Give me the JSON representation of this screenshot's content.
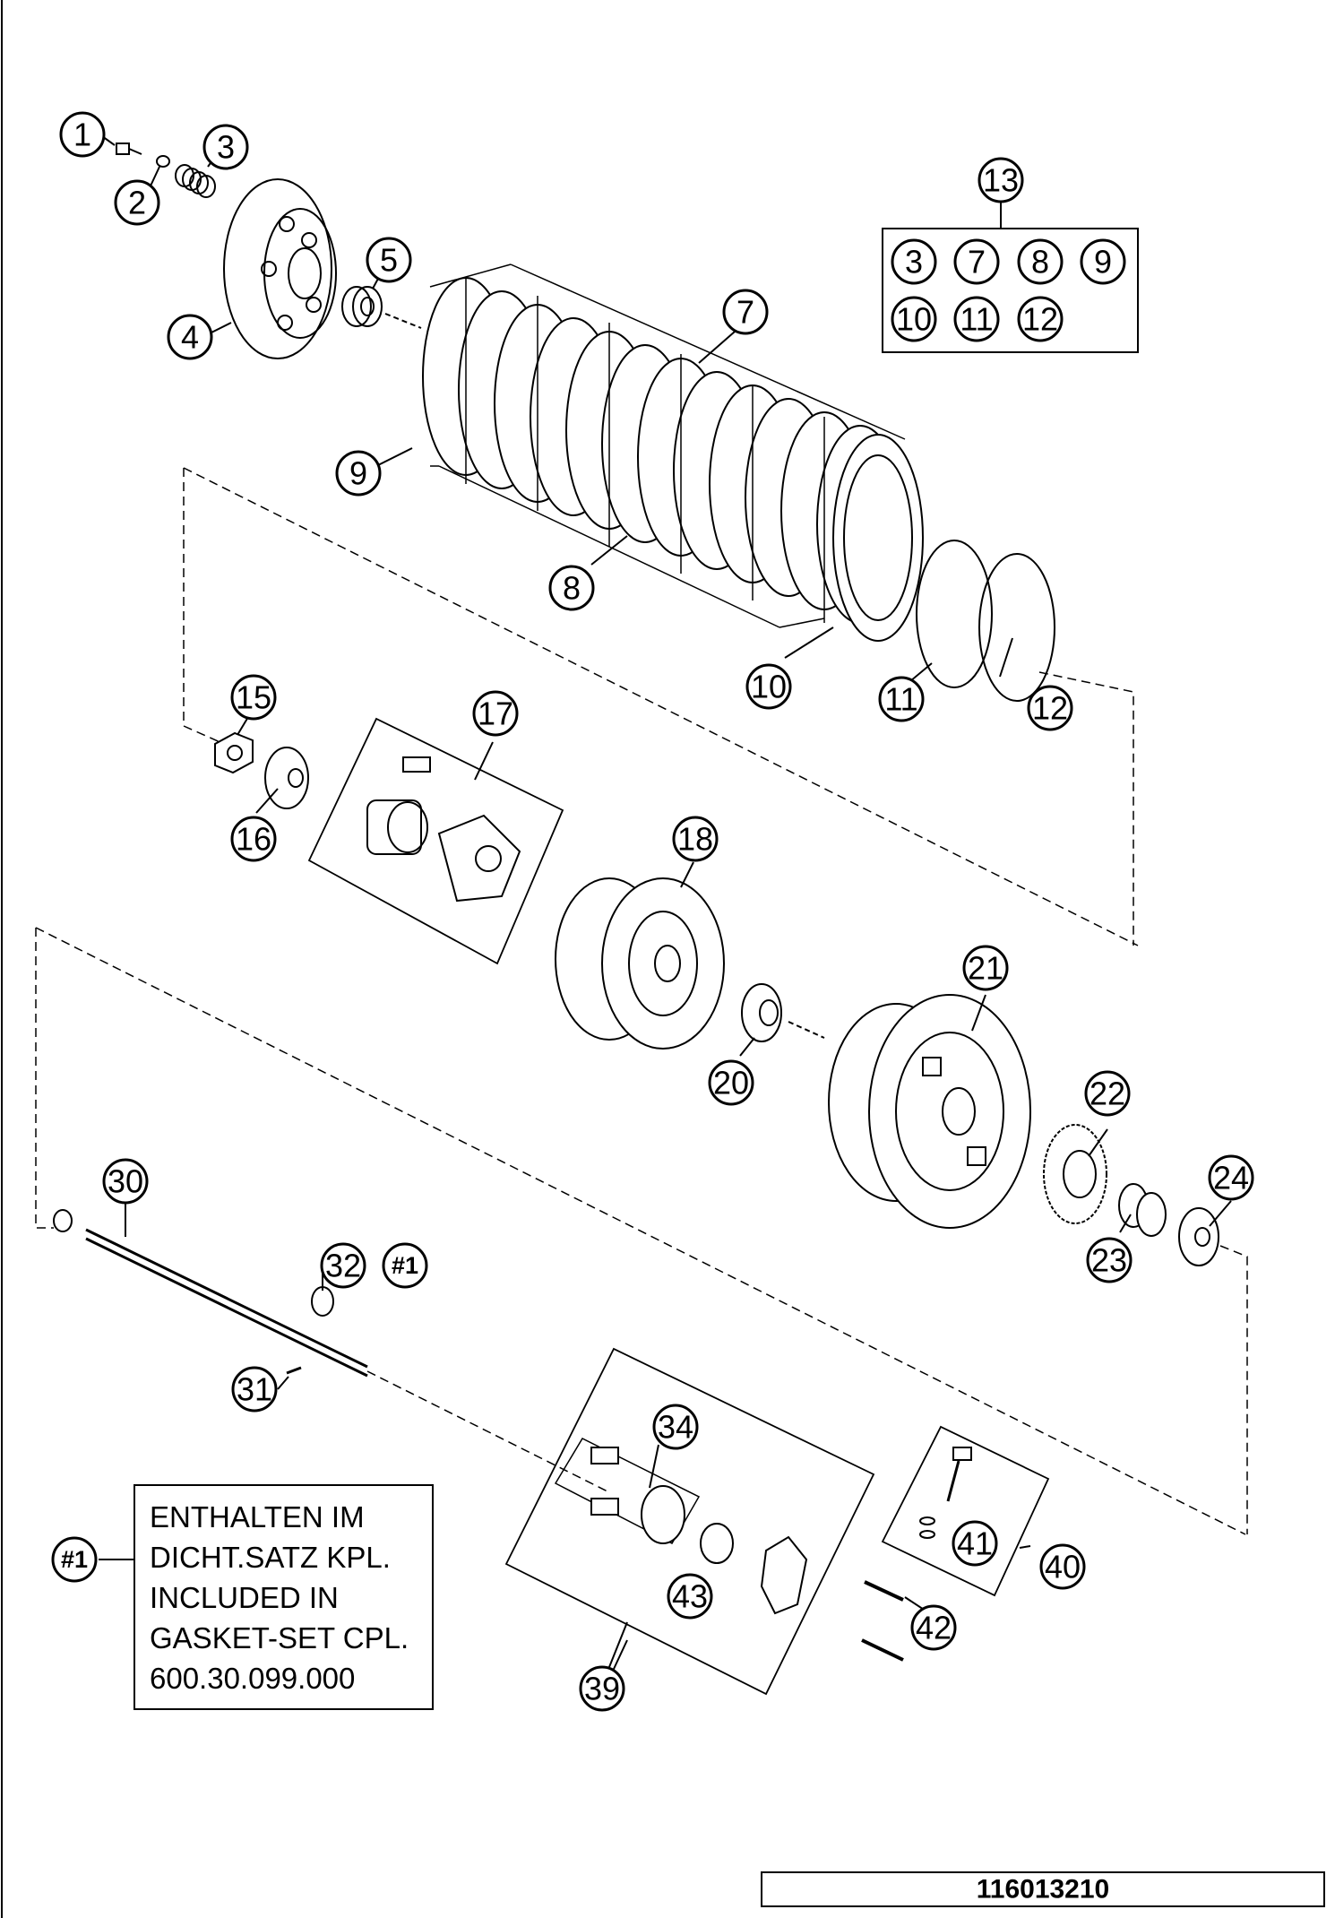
{
  "callouts": {
    "c1": "1",
    "c2": "2",
    "c3": "3",
    "c4": "4",
    "c5": "5",
    "c7": "7",
    "c8": "8",
    "c9": "9",
    "c10": "10",
    "c11": "11",
    "c12": "12",
    "c13": "13",
    "c15": "15",
    "c16": "16",
    "c17": "17",
    "c18": "18",
    "c20": "20",
    "c21": "21",
    "c22": "22",
    "c23": "23",
    "c24": "24",
    "c30": "30",
    "c31": "31",
    "c32": "32",
    "c34": "34",
    "c39": "39",
    "c40": "40",
    "c41": "41",
    "c42": "42",
    "c43": "43",
    "ref_a": "#1",
    "ref_b": "#1"
  },
  "kit_13": {
    "row1": [
      "3",
      "7",
      "8",
      "9"
    ],
    "row2": [
      "10",
      "11",
      "12"
    ]
  },
  "note": {
    "line1": "ENTHALTEN IM",
    "line2": "DICHT.SATZ KPL.",
    "line3": "INCLUDED IN",
    "line4": "GASKET-SET CPL.",
    "line5": "600.30.099.000"
  },
  "document_number": "116013210"
}
